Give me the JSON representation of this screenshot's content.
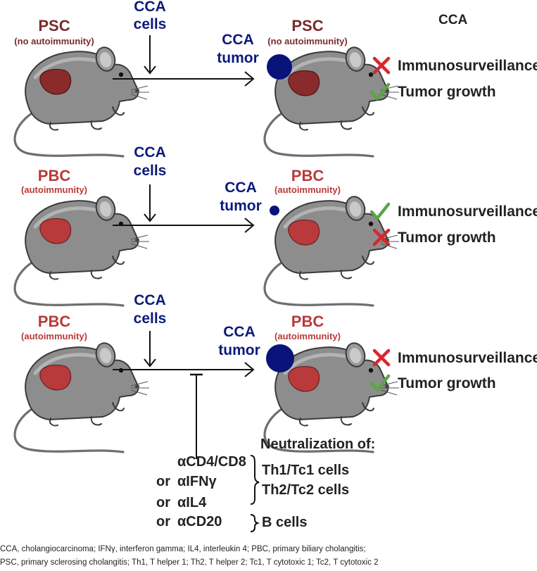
{
  "title": "CCA",
  "rows": [
    {
      "model_left": "PSC",
      "model_left_sub": "(no autoimmunity)",
      "cells_line1": "CCA",
      "cells_line2": "cells",
      "tumor_line1": "CCA",
      "tumor_line2": "tumor",
      "model_right": "PSC",
      "model_right_sub": "(no autoimmunity)",
      "outcome1": "Immunosurveillance",
      "outcome1_mark": "cross",
      "outcome2": "Tumor growth",
      "outcome2_mark": "check",
      "tumor_size": "large"
    },
    {
      "model_left": "PBC",
      "model_left_sub": "(autoimmunity)",
      "cells_line1": "CCA",
      "cells_line2": "cells",
      "tumor_line1": "CCA",
      "tumor_line2": "tumor",
      "model_right": "PBC",
      "model_right_sub": "(autoimmunity)",
      "outcome1": "Immunosurveillance",
      "outcome1_mark": "check",
      "outcome2": "Tumor growth",
      "outcome2_mark": "cross",
      "tumor_size": "small"
    },
    {
      "model_left": "PBC",
      "model_left_sub": "(autoimmunity)",
      "cells_line1": "CCA",
      "cells_line2": "cells",
      "tumor_line1": "CCA",
      "tumor_line2": "tumor",
      "model_right": "PBC",
      "model_right_sub": "(autoimmunity)",
      "outcome1": "Immunosurveillance",
      "outcome1_mark": "cross",
      "outcome2": "Tumor growth",
      "outcome2_mark": "check",
      "tumor_size": "large"
    }
  ],
  "neutralization": {
    "heading": "Neutralization of:",
    "treatments": [
      {
        "prefix": "",
        "agent": "αCD4/CD8"
      },
      {
        "prefix": "or",
        "agent": "αIFNγ"
      },
      {
        "prefix": "or",
        "agent": "αIL4"
      },
      {
        "prefix": "or",
        "agent": "αCD20"
      }
    ],
    "targets": [
      "Th1/Tc1 cells",
      "Th2/Tc2 cells",
      "B cells"
    ]
  },
  "footnote": {
    "line1": "CCA, cholangiocarcinoma; IFNγ, interferon gamma; IL4, interleukin 4; PBC, primary biliary cholangitis;",
    "line2": "PSC, primary sclerosing cholangitis; Th1, T helper 1; Th2, T helper 2; Tc1, T cytotoxic 1; Tc2, T cytotoxic 2"
  },
  "colors": {
    "navy": "#0b1a7a",
    "tumor": "#0a137a",
    "liver_psc": "#8a2a2a",
    "liver_pbc": "#b83a3a",
    "mouse": "#8d8d8d",
    "cross": "#d8262e",
    "check": "#5aa544"
  },
  "icons": [
    "mouse-icon",
    "liver-icon",
    "tumor-icon",
    "cross-icon",
    "check-icon"
  ]
}
